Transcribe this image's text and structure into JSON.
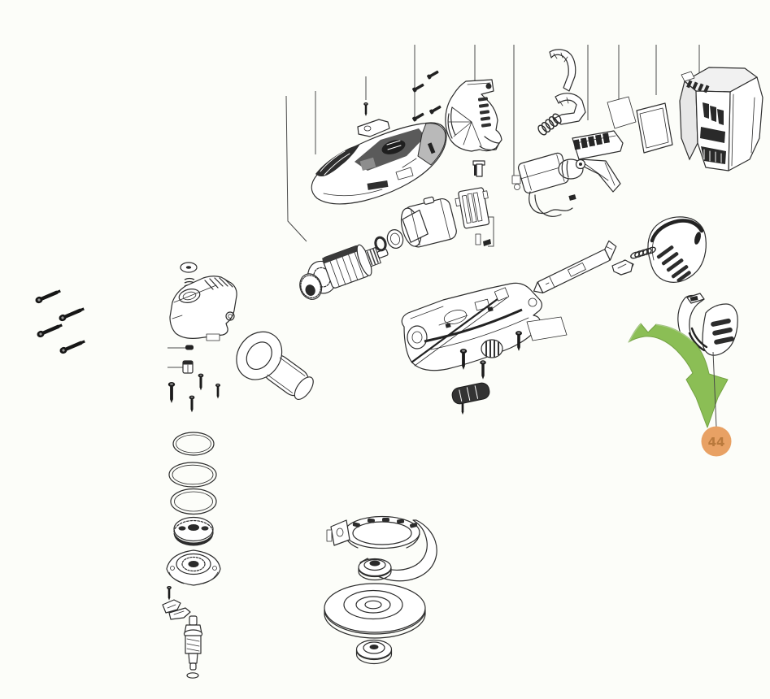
{
  "canvas": {
    "background": "#FCFDF9",
    "line_color": "#2D2D2D"
  },
  "illustration": {
    "kind": "exploded-parts-diagram",
    "subject": "cordless angle grinder"
  },
  "callout": {
    "number": "44",
    "badge_color": "#E8A164",
    "number_color": "#B9793C",
    "arrow_color": "#8BBE55",
    "arrow_edge_color": "#74A244"
  }
}
